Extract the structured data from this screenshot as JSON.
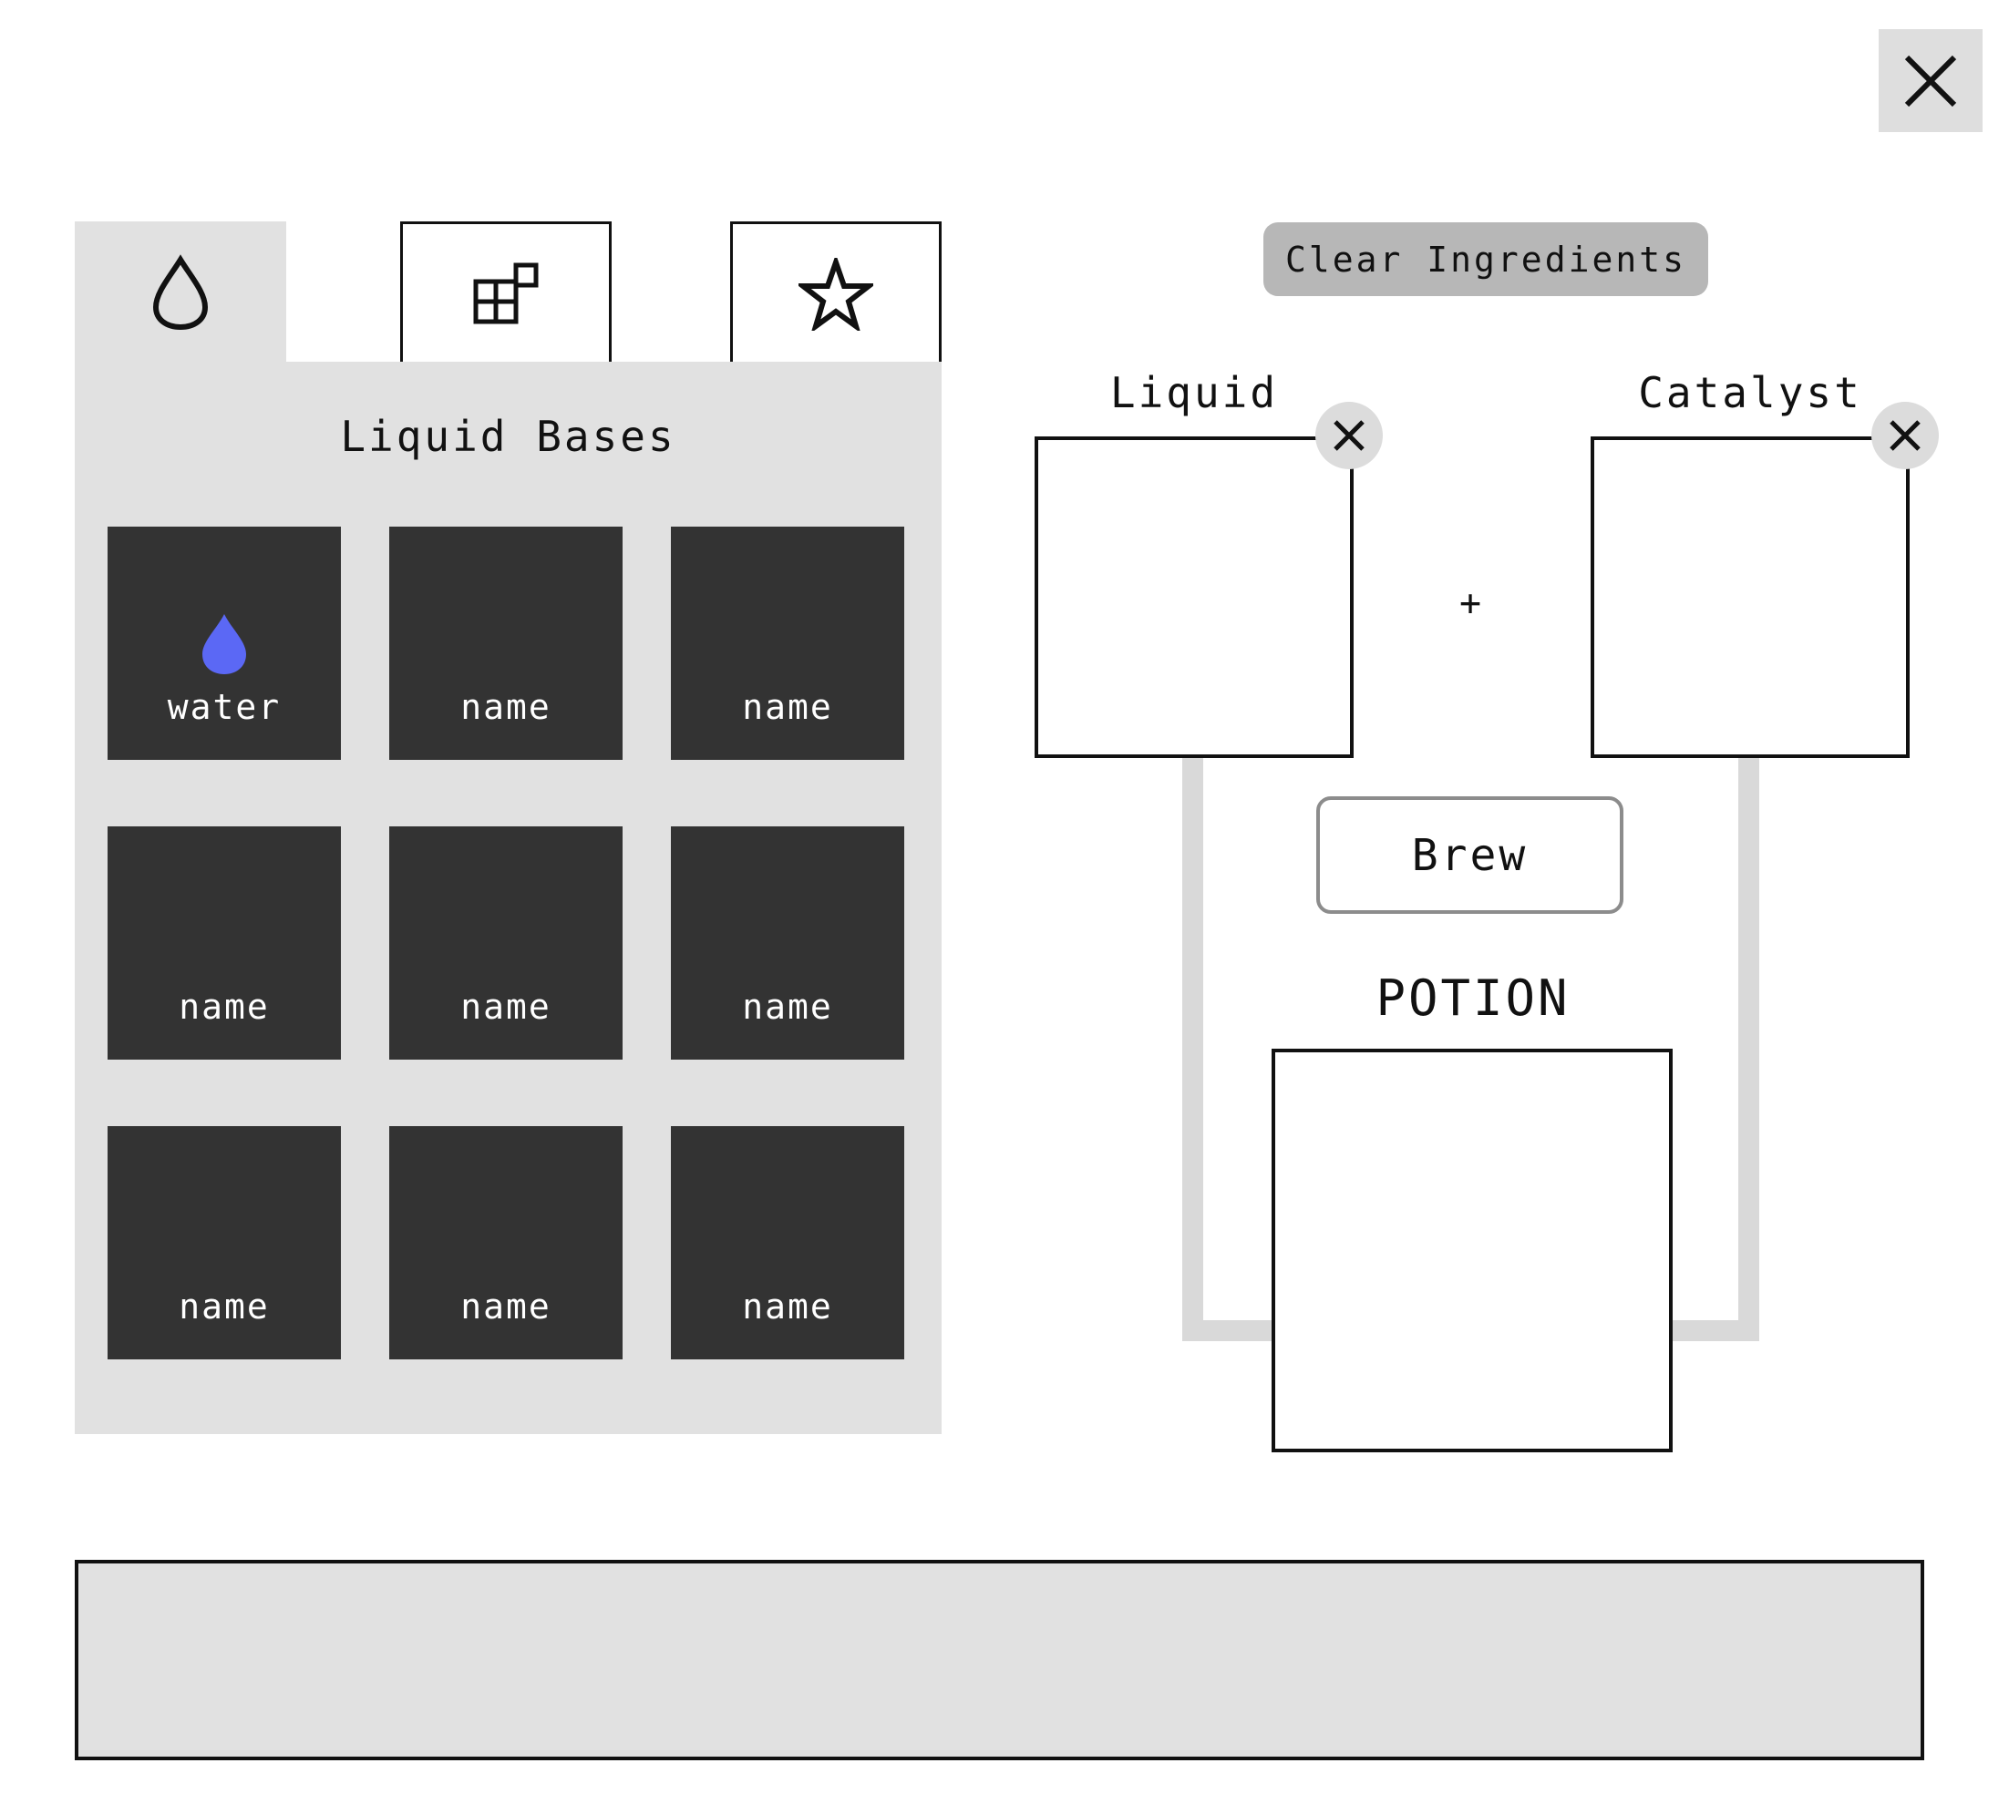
{
  "window": {
    "close_icon": "close-icon"
  },
  "tabs": [
    {
      "icon": "droplet-outline-icon",
      "active": true
    },
    {
      "icon": "blocks-icon",
      "active": false
    },
    {
      "icon": "star-icon",
      "active": false
    }
  ],
  "inventory": {
    "title": "Liquid Bases",
    "slots": [
      {
        "label": "water",
        "icon": "water-drop-icon",
        "icon_color": "#5b68f5"
      },
      {
        "label": "name"
      },
      {
        "label": "name"
      },
      {
        "label": "name"
      },
      {
        "label": "name"
      },
      {
        "label": "name"
      },
      {
        "label": "name"
      },
      {
        "label": "name"
      },
      {
        "label": "name"
      }
    ]
  },
  "brewing": {
    "clear_label": "Clear Ingredients",
    "liquid_label": "Liquid",
    "catalyst_label": "Catalyst",
    "plus_symbol": "+",
    "brew_label": "Brew",
    "potion_label": "POTION"
  },
  "message_bar": {
    "text": ""
  }
}
